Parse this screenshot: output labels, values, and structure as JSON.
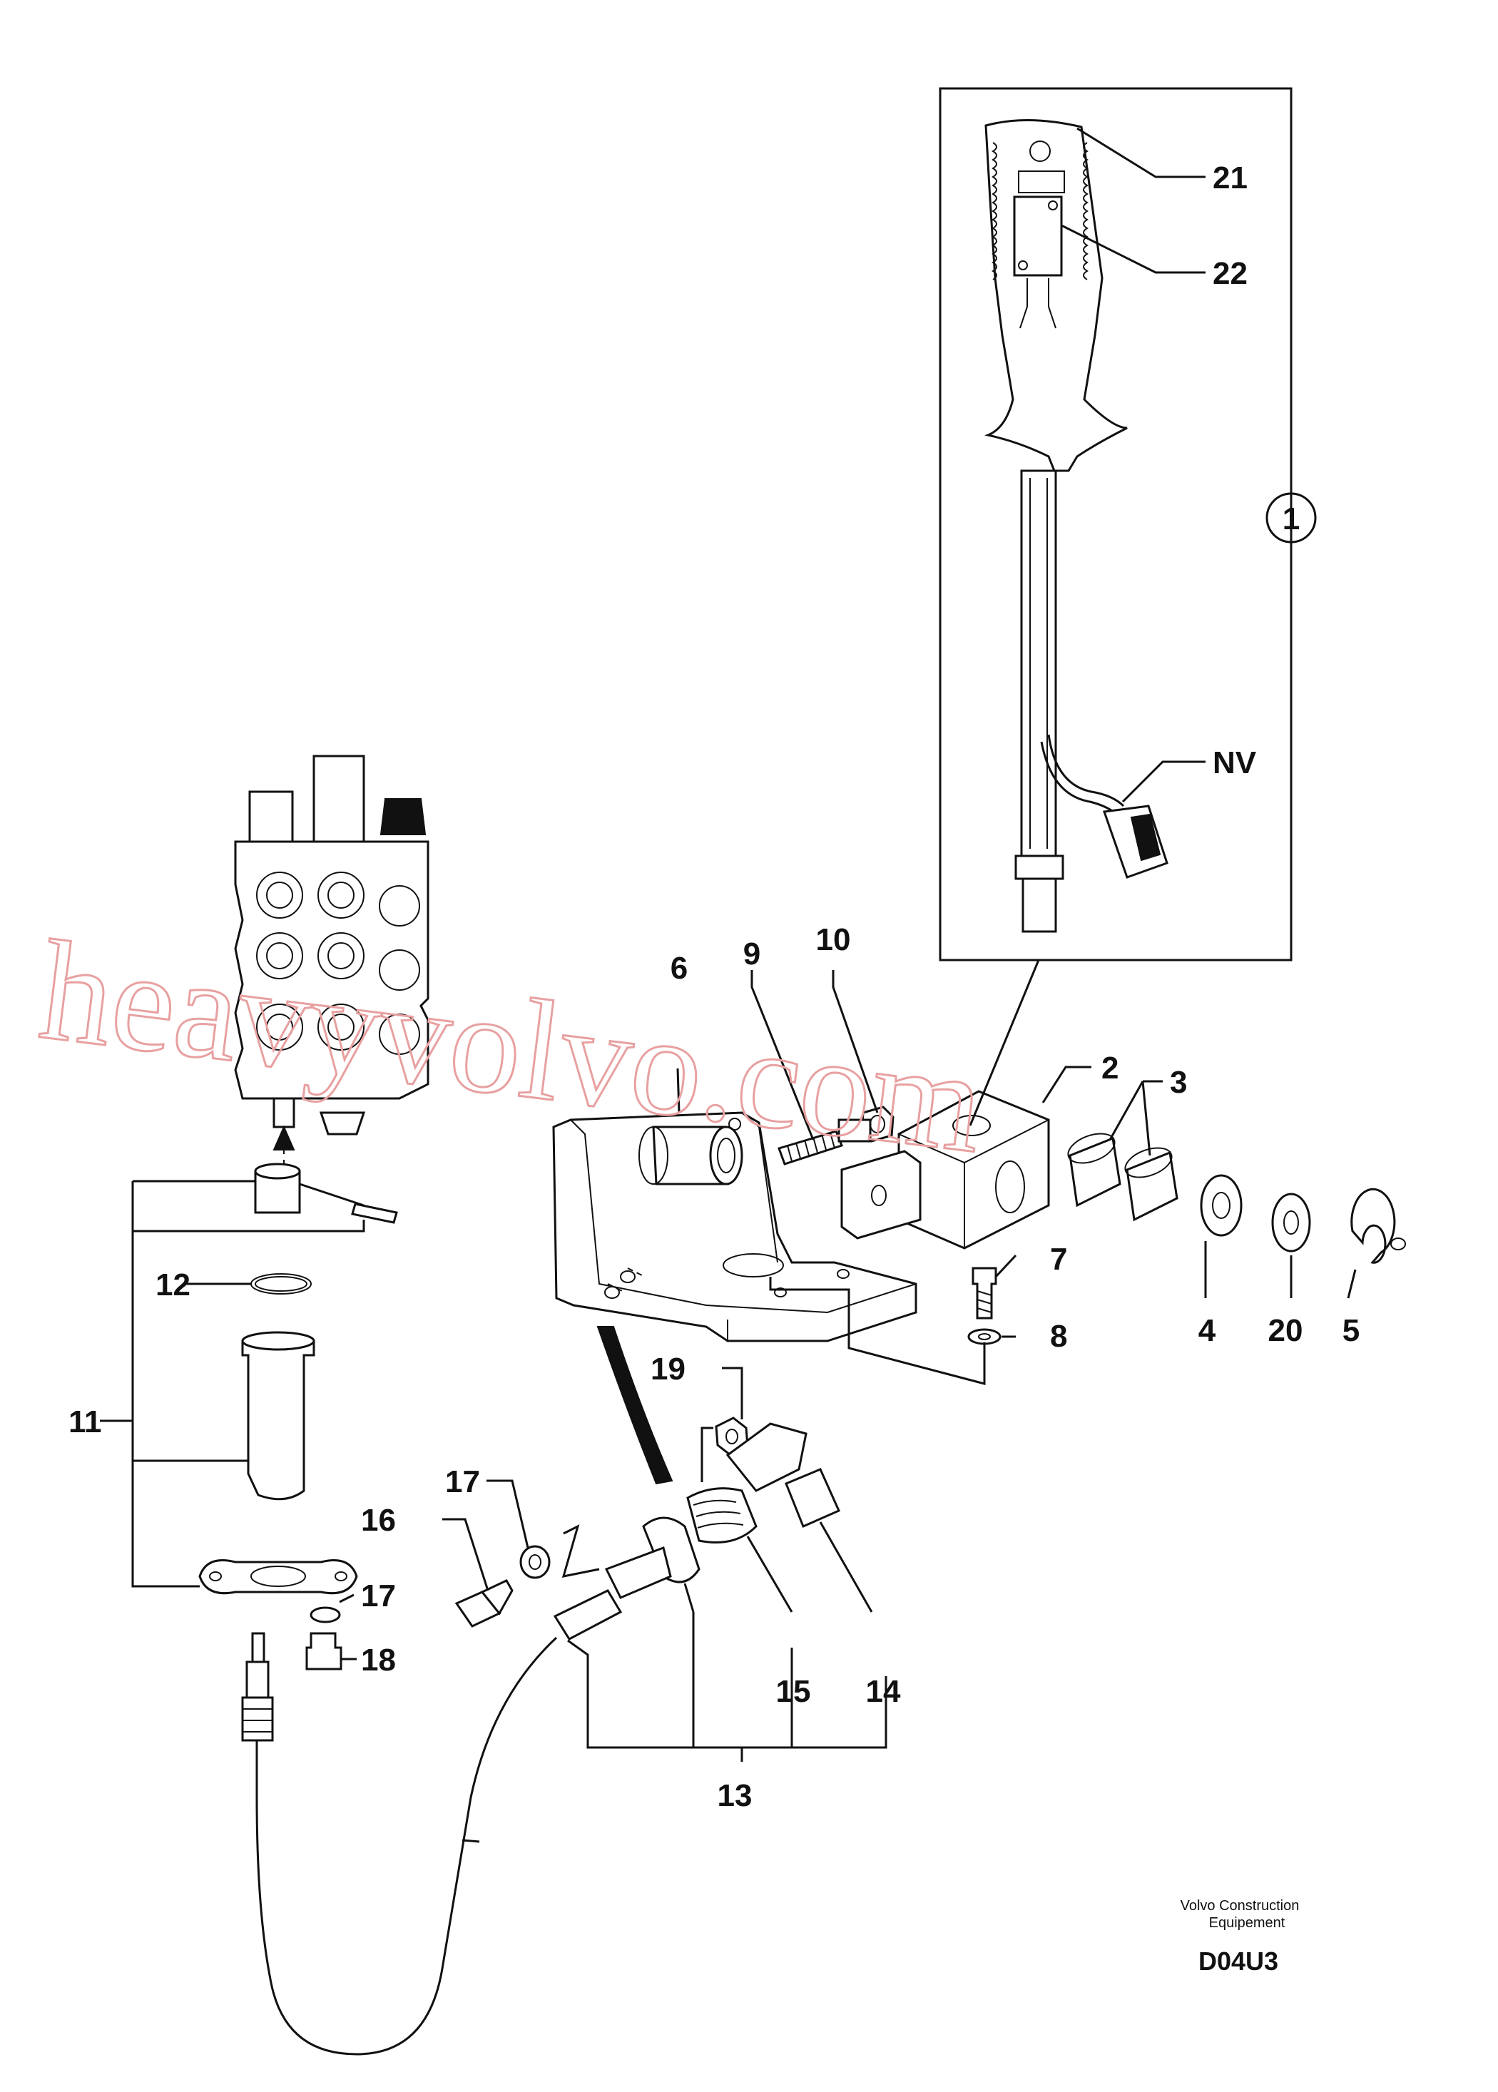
{
  "callouts": {
    "c1": "1",
    "c2": "2",
    "c3": "3",
    "c4": "4",
    "c5": "5",
    "c6": "6",
    "c7": "7",
    "c8": "8",
    "c9": "9",
    "c10": "10",
    "c11": "11",
    "c12": "12",
    "c13": "13",
    "c14": "14",
    "c15": "15",
    "c16": "16",
    "c17a": "17",
    "c17b": "17",
    "c18": "18",
    "c19": "19",
    "c20": "20",
    "c21": "21",
    "c22": "22",
    "nv": "NV"
  },
  "credit": {
    "line1": "Volvo Construction",
    "line2": "Equipement"
  },
  "diagram_code": "D04U3",
  "watermark": {
    "text": "heavyvolvo.com",
    "color": "#e8a0a0"
  },
  "colors": {
    "ink": "#111111",
    "watermark": "#e8a0a0"
  }
}
